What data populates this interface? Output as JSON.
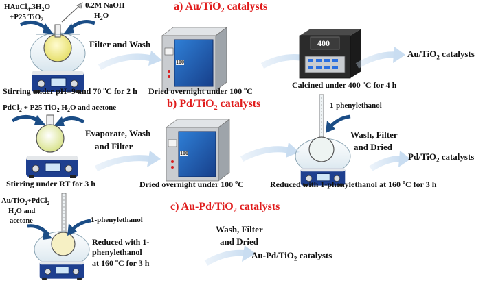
{
  "colors": {
    "heading": "#e01b1b",
    "arrow": "#c9ddf1",
    "oven_blue": "#1f5fb3",
    "oven_body": "#c9ccd0",
    "furnace_body": "#2b2b2b",
    "stirrer_blue": "#1e3f8f"
  },
  "icons": [
    "flask-icon",
    "stirrer-icon",
    "oven-icon",
    "furnace-icon",
    "dropper-icon",
    "bent-arrow-icon",
    "flow-arrow-icon"
  ],
  "section_a": {
    "heading_prefix": "a) Au/TiO",
    "heading_sub": "2",
    "heading_suffix": " catalysts",
    "reagent_line1": "HAuCl",
    "reagent_line1_sub": "4",
    "reagent_line1_rest": ".3H",
    "reagent_line1_sub2": "2",
    "reagent_line1_end": "O",
    "reagent_line2": "+P25 TiO",
    "reagent_line2_sub": "2",
    "naoh": "0.2M NaOH",
    "water": "H",
    "water_sub": "2",
    "water_end": "O",
    "step1": "Filter and Wash",
    "stir_label": "Stirring under pH=9 and 70 ",
    "stir_unit_sup": "o",
    "stir_unit": "C for 2 h",
    "dry_label": "Dried overnight under 100 ",
    "dry_unit_sup": "o",
    "dry_unit": "C",
    "oven_display": "100",
    "furnace_display": "400",
    "calc_label": "Calcined under 400 ",
    "calc_unit_sup": "o",
    "calc_unit": "C for 4 h",
    "product": "Au/TiO",
    "product_sub": "2",
    "product_suffix": " catalysts"
  },
  "section_b": {
    "heading_prefix": "b) Pd/TiO",
    "heading_sub": "2",
    "heading_suffix": " catalysts",
    "reagent_a": "PdCl",
    "reagent_a_sub": "2",
    "reagent_b": " + P25 TiO",
    "reagent_b_sub": "2",
    "reagent_c": "  H",
    "reagent_c_sub": "2",
    "reagent_d": "O and acetone",
    "step1_line1": "Evaporate, Wash",
    "step1_line2": "and Filter",
    "stir_label": "Stirring under RT for 3 h",
    "dry_label": "Dried overnight under 100 ",
    "dry_unit_sup": "o",
    "dry_unit": "C",
    "oven_display": "100",
    "phenyl": "1-phenylethanol",
    "wash_line1": "Wash, Filter",
    "wash_line2": "and Dried",
    "reduce_label": "Reduced with 1-phenylethanol at 160 ",
    "reduce_unit_sup": "o",
    "reduce_unit": "C for 3 h",
    "product": "Pd/TiO",
    "product_sub": "2",
    "product_suffix": " catalysts"
  },
  "section_c": {
    "heading_prefix": "c) Au-Pd/TiO",
    "heading_sub": "2",
    "heading_suffix": " catalysts",
    "reagent_a": "Au/TiO",
    "reagent_a_sub": "2",
    "reagent_b": "+PdCl",
    "reagent_b_sub": "2",
    "reagent_line2_a": "H",
    "reagent_line2_sub": "2",
    "reagent_line2_b": "O and",
    "reagent_line3": "acetone",
    "phenyl": "1-phenylethanol",
    "reduce_line1": "Reduced with 1-",
    "reduce_line2": "phenylethanol",
    "reduce_line3": "at 160 ",
    "reduce_unit_sup": "o",
    "reduce_unit": "C for 3 h",
    "wash_line1": "Wash, Filter",
    "wash_line2": "and Dried",
    "product": "Au-Pd/TiO",
    "product_sub": "2",
    "product_suffix": " catalysts"
  }
}
